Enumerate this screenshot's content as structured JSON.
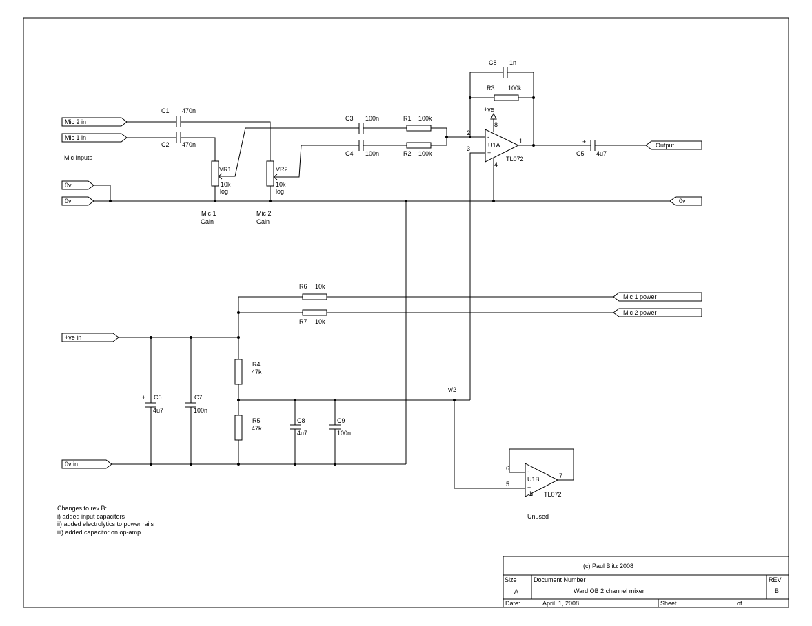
{
  "ports": {
    "mic2_in": "Mic 2 in",
    "mic1_in": "Mic 1 in",
    "zerov_a": "0v",
    "zerov_b": "0v",
    "zerov_right": "0v",
    "output": "Output",
    "mic1_power": "Mic 1 power",
    "mic2_power": "Mic 2 power",
    "pve_in": "+ve in",
    "zerov_in": "0v in"
  },
  "labels": {
    "mic_inputs": "Mic Inputs",
    "mic1_gain_a": "Mic 1",
    "mic1_gain_b": "Gain",
    "mic2_gain_a": "Mic 2",
    "mic2_gain_b": "Gain",
    "half_supply": "v/2",
    "pos_supply": "+ve",
    "unused": "Unused"
  },
  "components": {
    "c1": {
      "ref": "C1",
      "value": "470n"
    },
    "c2": {
      "ref": "C2",
      "value": "470n"
    },
    "c3": {
      "ref": "C3",
      "value": "100n"
    },
    "c4": {
      "ref": "C4",
      "value": "100n"
    },
    "c5": {
      "ref": "C5",
      "value": "4u7",
      "polarity": "+"
    },
    "c6": {
      "ref": "C6",
      "value": "4u7",
      "polarity": "+"
    },
    "c7": {
      "ref": "C7",
      "value": "100n"
    },
    "c8_fb": {
      "ref": "C8",
      "value": "1n"
    },
    "c8": {
      "ref": "C8",
      "value": "4u7"
    },
    "c9": {
      "ref": "C9",
      "value": "100n"
    },
    "r1": {
      "ref": "R1",
      "value": "100k"
    },
    "r2": {
      "ref": "R2",
      "value": "100k"
    },
    "r3": {
      "ref": "R3",
      "value": "100k"
    },
    "r4": {
      "ref": "R4",
      "value": "47k"
    },
    "r5": {
      "ref": "R5",
      "value": "47k"
    },
    "r6": {
      "ref": "R6",
      "value": "10k"
    },
    "r7": {
      "ref": "R7",
      "value": "10k"
    },
    "vr1": {
      "ref": "VR1",
      "value": "10k",
      "taper": "log"
    },
    "vr2": {
      "ref": "VR2",
      "value": "10k",
      "taper": "log"
    },
    "u1a": {
      "ref": "U1A",
      "part": "TL072",
      "minus": "-",
      "plus": "+",
      "pin_inv": "2",
      "pin_noninv": "3",
      "pin_out": "1",
      "pin_vcc": "8",
      "pin_gnd": "4"
    },
    "u1b": {
      "ref": "U1B",
      "part": "TL072",
      "minus": "-",
      "plus": "+",
      "pin_inv": "6",
      "pin_noninv": "5",
      "pin_out": "7",
      "pin_gnd": "1"
    }
  },
  "notes": {
    "title": "Changes to rev B:",
    "lines": [
      "i) added input capacitors",
      "ii) added electrolytics to power rails",
      "iii) added capacitor on op-amp"
    ]
  },
  "title_block": {
    "copyright": "(c) Paul Blitz 2008",
    "size_label": "Size",
    "size": "A",
    "docnum_label": "Document Number",
    "doc_title": "Ward OB 2 channel mixer",
    "rev_label": "REV",
    "rev": "B",
    "date_label": "Date:",
    "date": "April  1, 2008",
    "sheet_label": "Sheet",
    "of_label": "of"
  }
}
